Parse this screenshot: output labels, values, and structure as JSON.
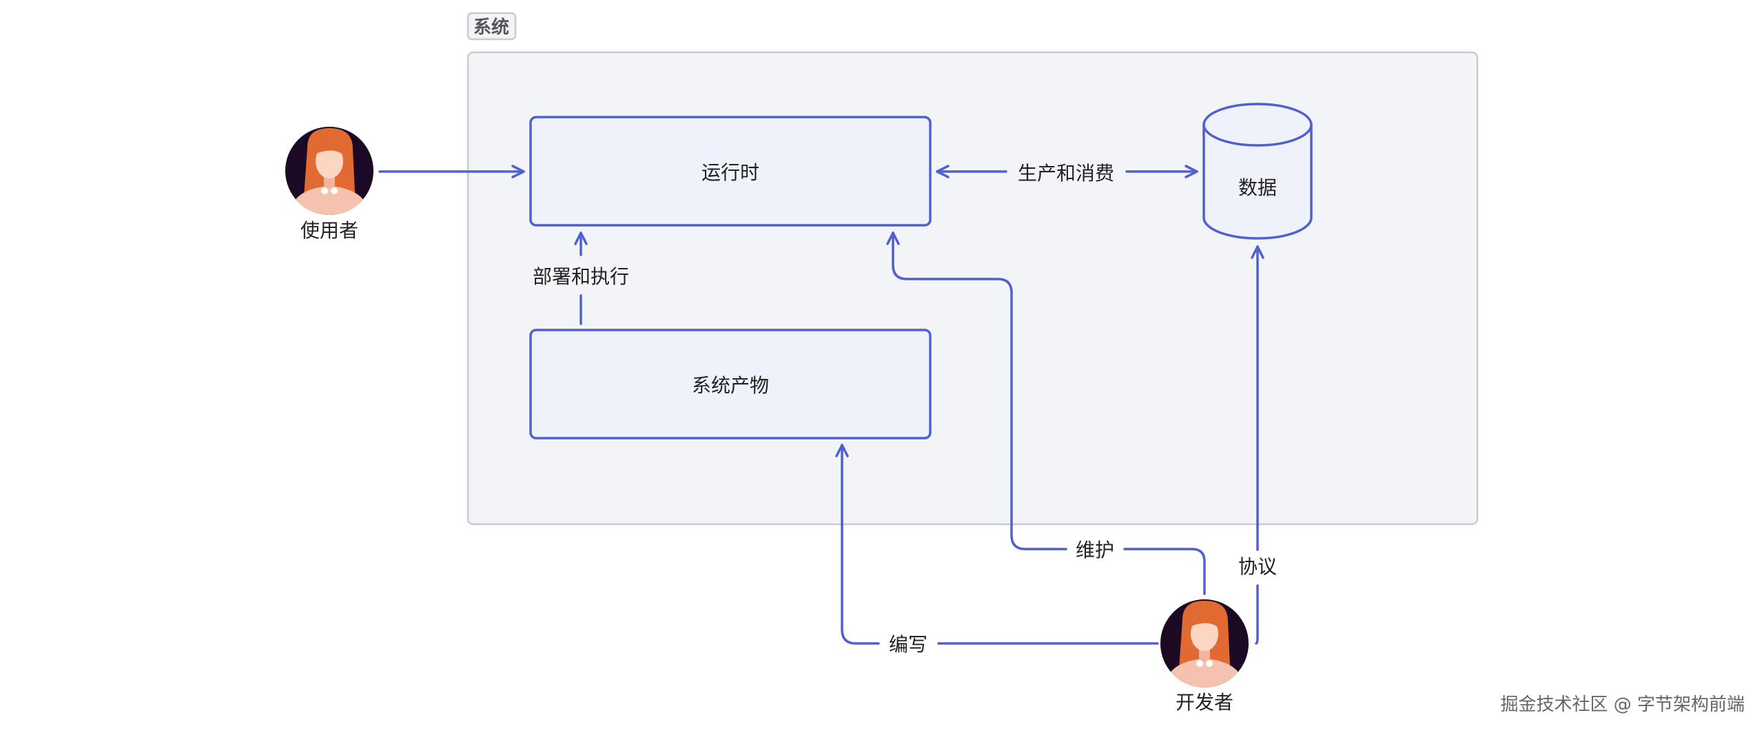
{
  "colors": {
    "accent": "#5060d0",
    "node_fill": "#eff1fb",
    "group_fill": "#f3f4f7",
    "group_border": "#c9cbd1"
  },
  "group": {
    "label": "系统"
  },
  "nodes": {
    "runtime": "运行时",
    "artifact": "系统产物",
    "data": "数据"
  },
  "actors": {
    "user": {
      "label": "使用者",
      "icon": "person-avatar-icon"
    },
    "developer": {
      "label": "开发者",
      "icon": "person-avatar-icon"
    }
  },
  "edges": {
    "produce_consume": "生产和消费",
    "deploy_execute": "部署和执行",
    "maintain": "维护",
    "protocol": "协议",
    "write": "编写"
  },
  "watermark": "掘金技术社区 @ 字节架构前端"
}
